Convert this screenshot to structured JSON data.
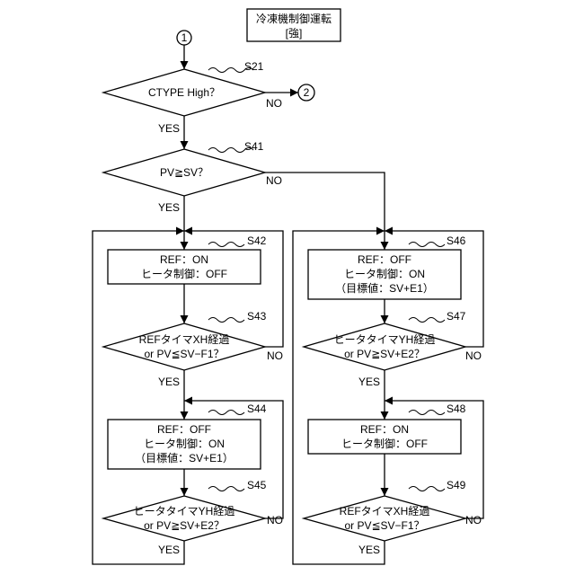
{
  "title": {
    "line1": "冷凍機制御運転",
    "line2": "[強]"
  },
  "connectors": {
    "entry": "1",
    "exit": "2"
  },
  "labels": {
    "yes": "YES",
    "no": "NO"
  },
  "steps": {
    "s21": {
      "id": "S21",
      "text": "CTYPE High？"
    },
    "s41": {
      "id": "S41",
      "text": "PV≧SV？"
    },
    "s42": {
      "id": "S42",
      "lines": [
        "REF：ON",
        "ヒータ制御：OFF"
      ]
    },
    "s43": {
      "id": "S43",
      "lines": [
        "REFタイマXH経過",
        "or PV≦SV−F1？"
      ]
    },
    "s44": {
      "id": "S44",
      "lines": [
        "REF：OFF",
        "ヒータ制御：ON",
        "（目標値：SV+E1）"
      ]
    },
    "s45": {
      "id": "S45",
      "lines": [
        "ヒータタイマYH経過",
        "or PV≧SV+E2？"
      ]
    },
    "s46": {
      "id": "S46",
      "lines": [
        "REF：OFF",
        "ヒータ制御：ON",
        "（目標値：SV+E1）"
      ]
    },
    "s47": {
      "id": "S47",
      "lines": [
        "ヒータタイマYH経過",
        "or PV≧SV+E2？"
      ]
    },
    "s48": {
      "id": "S48",
      "lines": [
        "REF：ON",
        "ヒータ制御：OFF"
      ]
    },
    "s49": {
      "id": "S49",
      "lines": [
        "REFタイマXH経過",
        "or PV≦SV−F1？"
      ]
    }
  }
}
